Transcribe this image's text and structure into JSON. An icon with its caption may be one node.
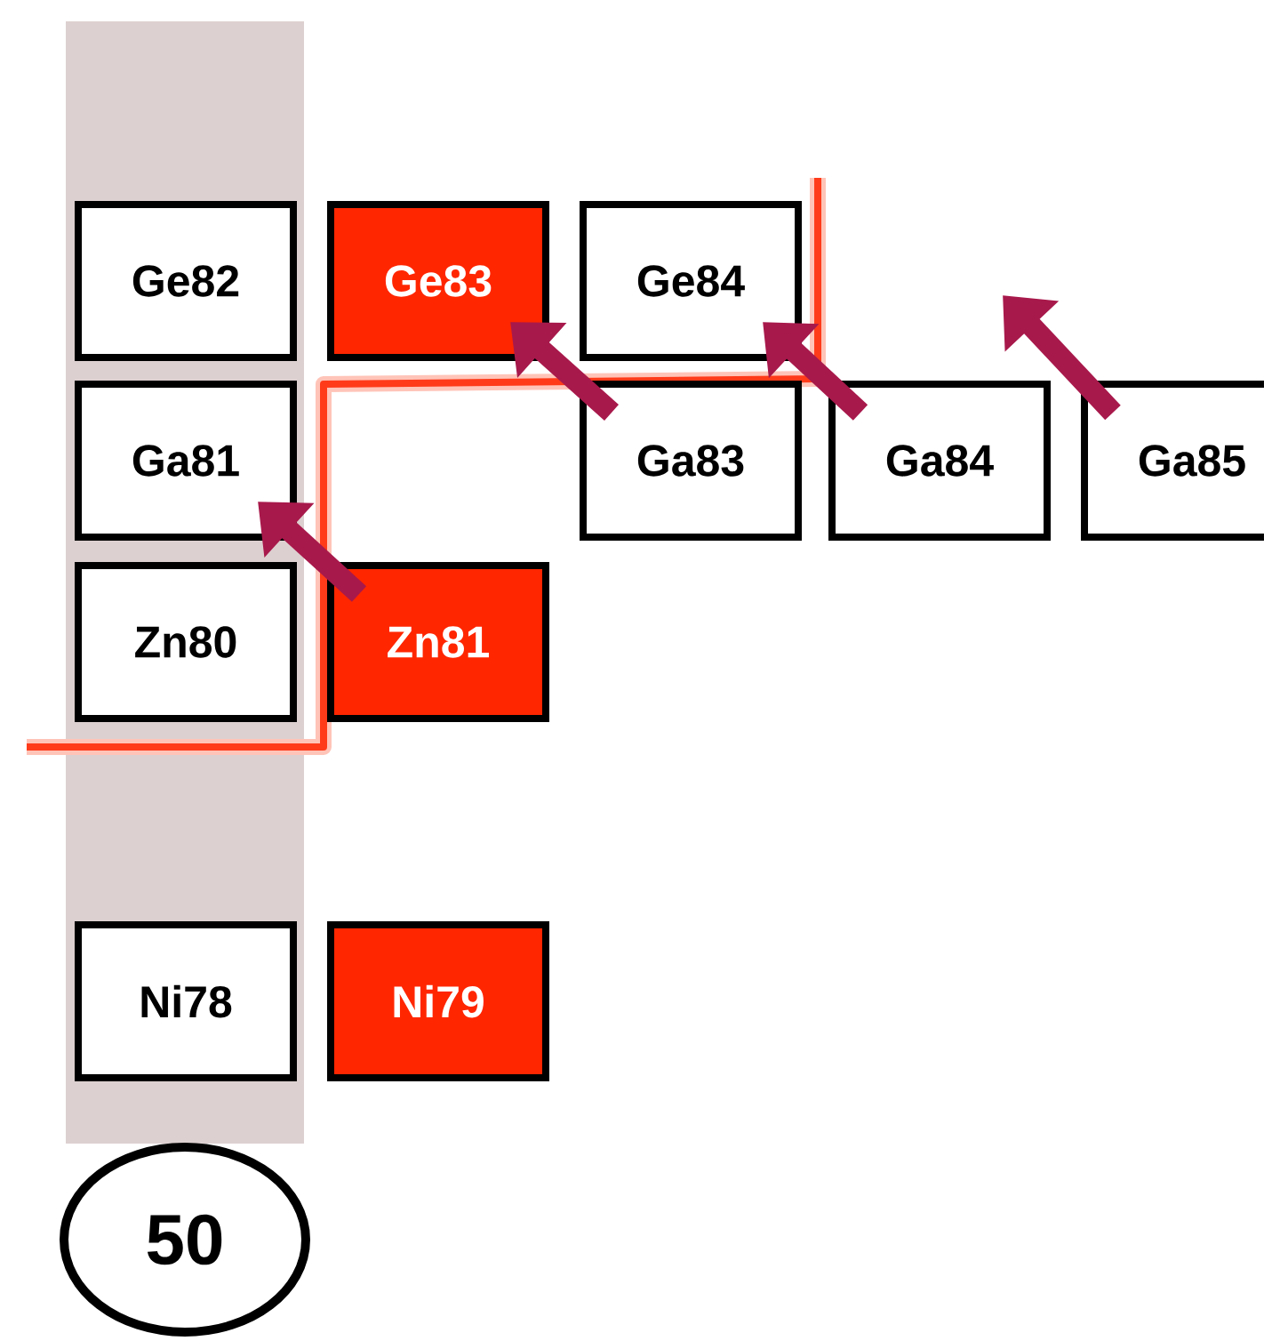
{
  "diagram": {
    "nodes": [
      {
        "text": [
          "Ge82"
        ]
      },
      {
        "text": [
          "Ge83"
        ]
      },
      {
        "text": [
          "Ge84"
        ]
      },
      {
        "text": [
          "Ga81"
        ]
      },
      {
        "text": [
          "Ga83"
        ]
      },
      {
        "text": [
          "Ga84"
        ]
      },
      {
        "text": [
          "Ga85"
        ]
      },
      {
        "text": [
          "Zn80"
        ]
      },
      {
        "text": [
          "Zn81"
        ]
      },
      {
        "text": [
          "Ni78"
        ]
      },
      {
        "text": [
          "Ni79"
        ]
      },
      {
        "text": [
          "50"
        ]
      }
    ],
    "edges": [
      {
        "from": 8,
        "to": 3,
        "arrow": "to"
      },
      {
        "from": 4,
        "to": 1,
        "arrow": "to"
      },
      {
        "from": 5,
        "to": 2,
        "arrow": "to"
      },
      {
        "from": 6,
        "to": null,
        "arrow": "to"
      }
    ]
  }
}
